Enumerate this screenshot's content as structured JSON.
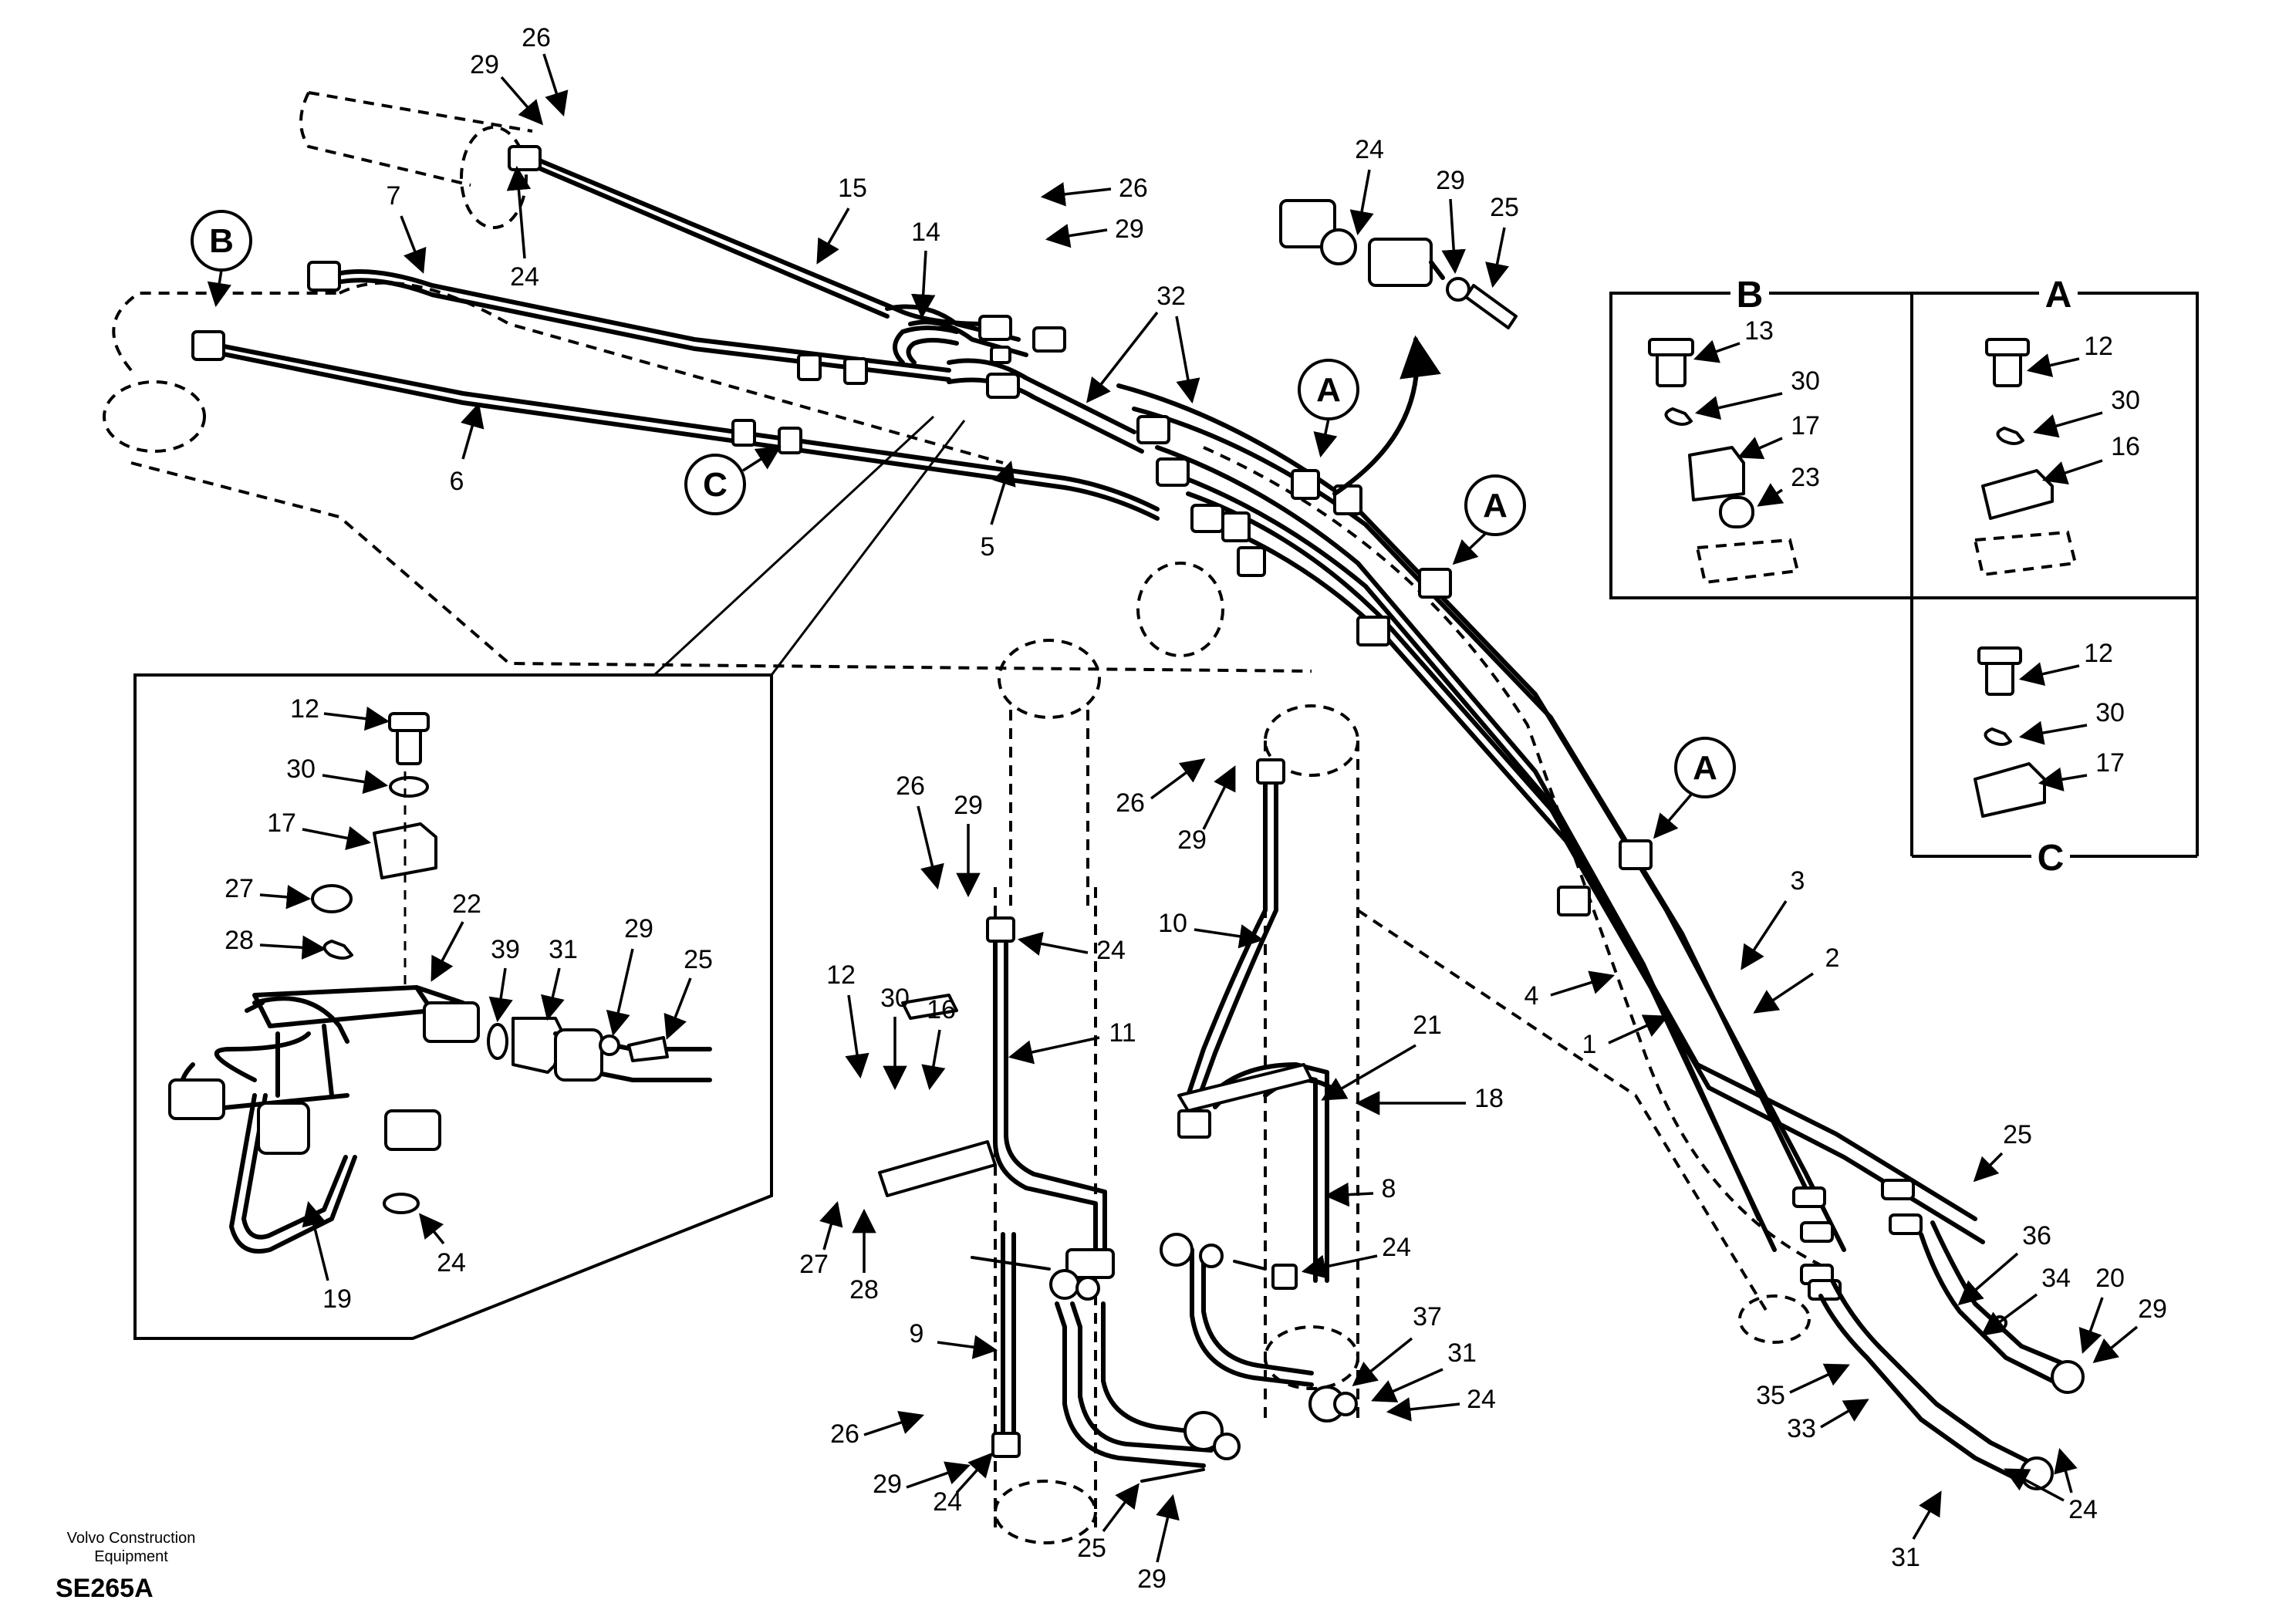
{
  "footer": {
    "brand": "Volvo Construction Equipment",
    "drawing_code": "SE265A"
  },
  "views": {
    "A": "A",
    "B": "B",
    "C": "C"
  },
  "callouts": [
    {
      "id": "c-b",
      "letter": "B"
    },
    {
      "id": "c-c",
      "letter": "C"
    },
    {
      "id": "c-a1",
      "letter": "A"
    },
    {
      "id": "c-a2",
      "letter": "A"
    },
    {
      "id": "c-a3",
      "letter": "A"
    }
  ],
  "part_labels": [
    {
      "id": "p1",
      "text": "26"
    },
    {
      "id": "p2",
      "text": "29"
    },
    {
      "id": "p3",
      "text": "24"
    },
    {
      "id": "p4",
      "text": "15"
    },
    {
      "id": "p5",
      "text": "7"
    },
    {
      "id": "p6",
      "text": "6"
    },
    {
      "id": "p7",
      "text": "14"
    },
    {
      "id": "p8",
      "text": "26"
    },
    {
      "id": "p9",
      "text": "29"
    },
    {
      "id": "p10",
      "text": "32"
    },
    {
      "id": "p11",
      "text": "5"
    },
    {
      "id": "p12",
      "text": "24"
    },
    {
      "id": "p13",
      "text": "29"
    },
    {
      "id": "p14",
      "text": "25"
    },
    {
      "id": "p15",
      "text": "13"
    },
    {
      "id": "p16",
      "text": "30"
    },
    {
      "id": "p17",
      "text": "17"
    },
    {
      "id": "p18",
      "text": "23"
    },
    {
      "id": "p19",
      "text": "12"
    },
    {
      "id": "p20",
      "text": "30"
    },
    {
      "id": "p21",
      "text": "16"
    },
    {
      "id": "p22",
      "text": "12"
    },
    {
      "id": "p23",
      "text": "30"
    },
    {
      "id": "p24",
      "text": "17"
    },
    {
      "id": "p25",
      "text": "12"
    },
    {
      "id": "p26",
      "text": "30"
    },
    {
      "id": "p27",
      "text": "17"
    },
    {
      "id": "p28",
      "text": "27"
    },
    {
      "id": "p29",
      "text": "28"
    },
    {
      "id": "p30",
      "text": "22"
    },
    {
      "id": "p31",
      "text": "39"
    },
    {
      "id": "p32",
      "text": "31"
    },
    {
      "id": "p33",
      "text": "29"
    },
    {
      "id": "p34",
      "text": "25"
    },
    {
      "id": "p35",
      "text": "19"
    },
    {
      "id": "p36",
      "text": "24"
    },
    {
      "id": "p37",
      "text": "26"
    },
    {
      "id": "p38",
      "text": "29"
    },
    {
      "id": "p39",
      "text": "24"
    },
    {
      "id": "p40",
      "text": "12"
    },
    {
      "id": "p41",
      "text": "30"
    },
    {
      "id": "p42",
      "text": "16"
    },
    {
      "id": "p43",
      "text": "11"
    },
    {
      "id": "p44",
      "text": "27"
    },
    {
      "id": "p45",
      "text": "28"
    },
    {
      "id": "p46",
      "text": "9"
    },
    {
      "id": "p47",
      "text": "26"
    },
    {
      "id": "p48",
      "text": "29"
    },
    {
      "id": "p49",
      "text": "24"
    },
    {
      "id": "p50",
      "text": "25"
    },
    {
      "id": "p51",
      "text": "29"
    },
    {
      "id": "p52",
      "text": "26"
    },
    {
      "id": "p53",
      "text": "29"
    },
    {
      "id": "p54",
      "text": "10"
    },
    {
      "id": "p55",
      "text": "21"
    },
    {
      "id": "p56",
      "text": "18"
    },
    {
      "id": "p57",
      "text": "8"
    },
    {
      "id": "p58",
      "text": "24"
    },
    {
      "id": "p59",
      "text": "37"
    },
    {
      "id": "p60",
      "text": "31"
    },
    {
      "id": "p61",
      "text": "24"
    },
    {
      "id": "p62",
      "text": "3"
    },
    {
      "id": "p63",
      "text": "2"
    },
    {
      "id": "p64",
      "text": "4"
    },
    {
      "id": "p65",
      "text": "1"
    },
    {
      "id": "p66",
      "text": "25"
    },
    {
      "id": "p67",
      "text": "36"
    },
    {
      "id": "p68",
      "text": "34"
    },
    {
      "id": "p69",
      "text": "20"
    },
    {
      "id": "p70",
      "text": "29"
    },
    {
      "id": "p71",
      "text": "35"
    },
    {
      "id": "p72",
      "text": "33"
    },
    {
      "id": "p73",
      "text": "31"
    },
    {
      "id": "p74",
      "text": "24"
    }
  ]
}
